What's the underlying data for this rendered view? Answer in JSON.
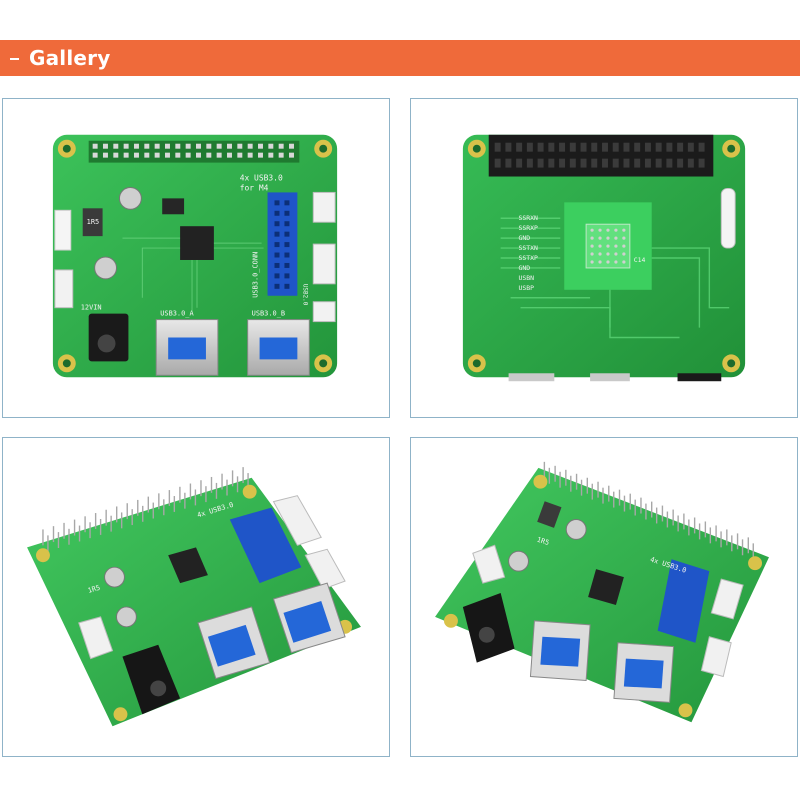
{
  "header": {
    "title": "Gallery",
    "accent_color": "#ef6a3a"
  },
  "gallery": {
    "border_color": "#8fb3c8",
    "board_color": "#2fb24a",
    "items": [
      {
        "view": "top",
        "silk": {
          "line1": "4x USB3.0",
          "line2": "for M4",
          "line3": "USB3.0_CONN",
          "line4": "12VIN",
          "line5": "USB3.0_A",
          "line6": "USB3.0_B",
          "line7": "USB2.0",
          "line8": "1R5"
        }
      },
      {
        "view": "bottom",
        "silk": {
          "p1": "SSRXN",
          "p2": "SSRXP",
          "p3": "GND",
          "p4": "SSTXN",
          "p5": "SSTXP",
          "p6": "GND",
          "p7": "USBN",
          "p8": "USBP",
          "p9": "C14"
        }
      },
      {
        "view": "angle-left",
        "silk": {
          "line1": "4x USB3.0",
          "line2": "1R5"
        }
      },
      {
        "view": "angle-right",
        "silk": {
          "line1": "4x USB3.0",
          "line2": "1R5"
        }
      }
    ]
  }
}
